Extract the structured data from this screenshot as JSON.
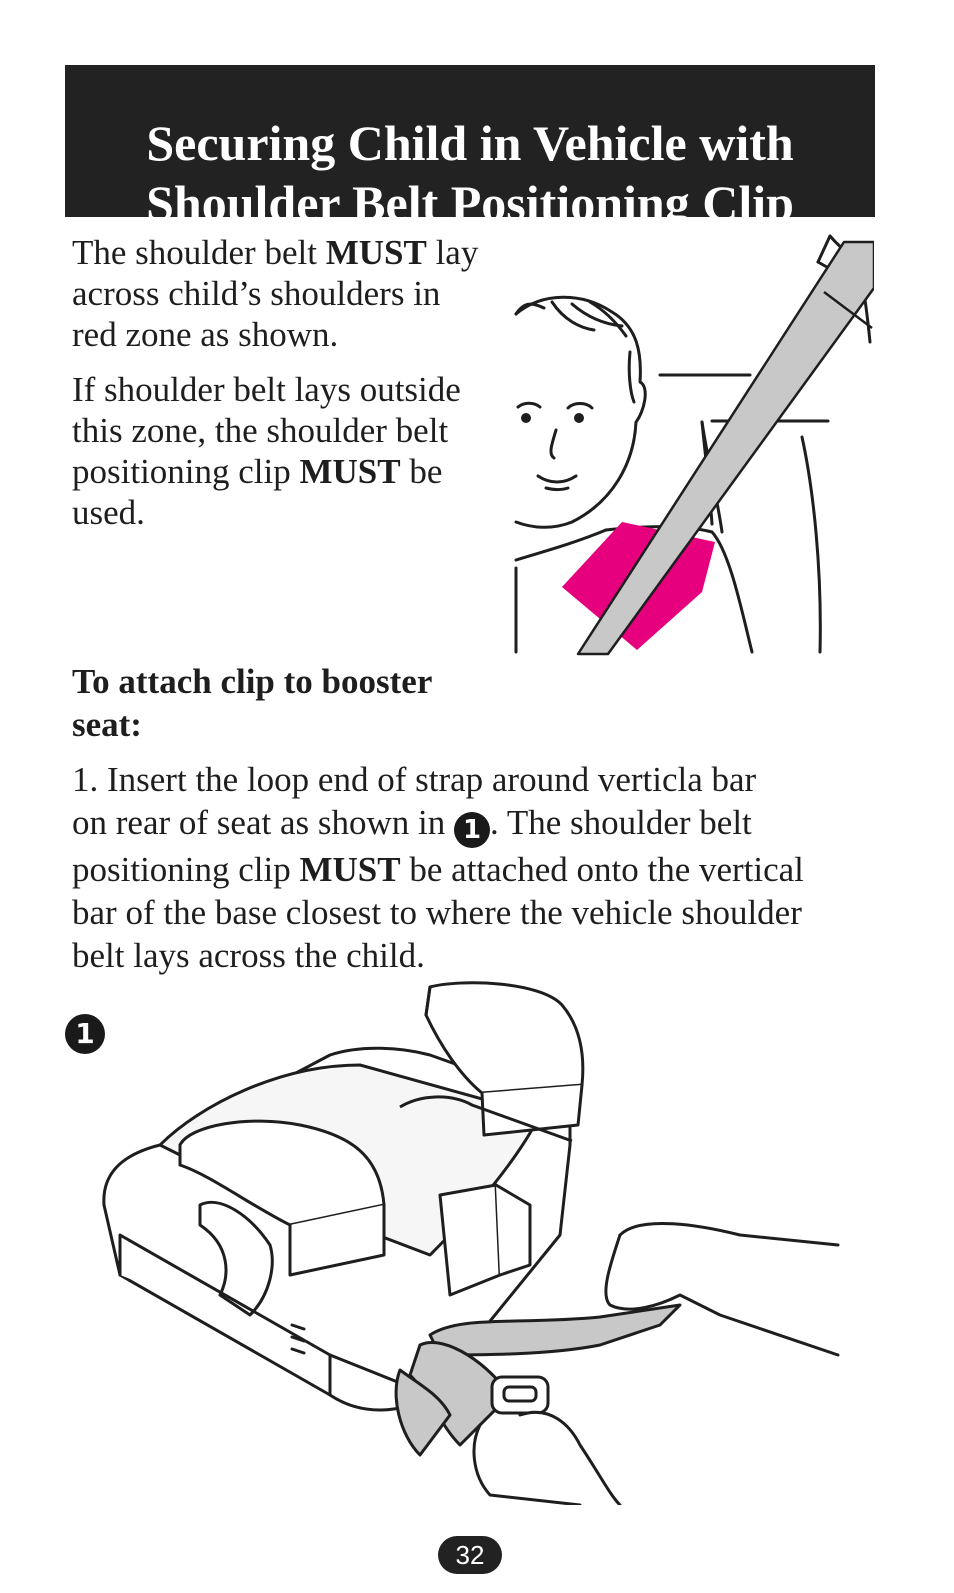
{
  "header": {
    "title_line1": "Securing Child  in Vehicle with",
    "title_line2": "Shoulder Belt Positioning Clip"
  },
  "intro": {
    "p1_l1_pre": "The shoulder belt ",
    "p1_l1_bold": "MUST",
    "p1_l1_post": " lay",
    "p1_l2": "across child’s shoulders in",
    "p1_l3": "red zone as shown.",
    "p2_l1": "If shoulder belt lays outside",
    "p2_l2": "this zone, the shoulder belt",
    "p2_l3_pre": "positioning clip ",
    "p2_l3_bold": "MUST",
    "p2_l3_post": " be",
    "p2_l4": "used."
  },
  "section": {
    "subhead_l1": "To attach clip to booster",
    "subhead_l2": "seat:"
  },
  "step1": {
    "l1": "1. Insert the loop end of strap around verticla bar",
    "l2_pre": "on rear of seat as shown in ",
    "l2_badge": "1",
    "l2_post": ". The shoulder belt",
    "l3_pre": "positioning clip ",
    "l3_bold": "MUST",
    "l3_post": " be attached onto the vertical",
    "l4": "bar of the base closest to where the vehicle shoulder",
    "l5": "belt lays across the child."
  },
  "figure": {
    "label": "1"
  },
  "page_number": "32",
  "colors": {
    "header_bg": "#222222",
    "red_zone": "#e6007e",
    "belt": "#c8c8c8"
  }
}
